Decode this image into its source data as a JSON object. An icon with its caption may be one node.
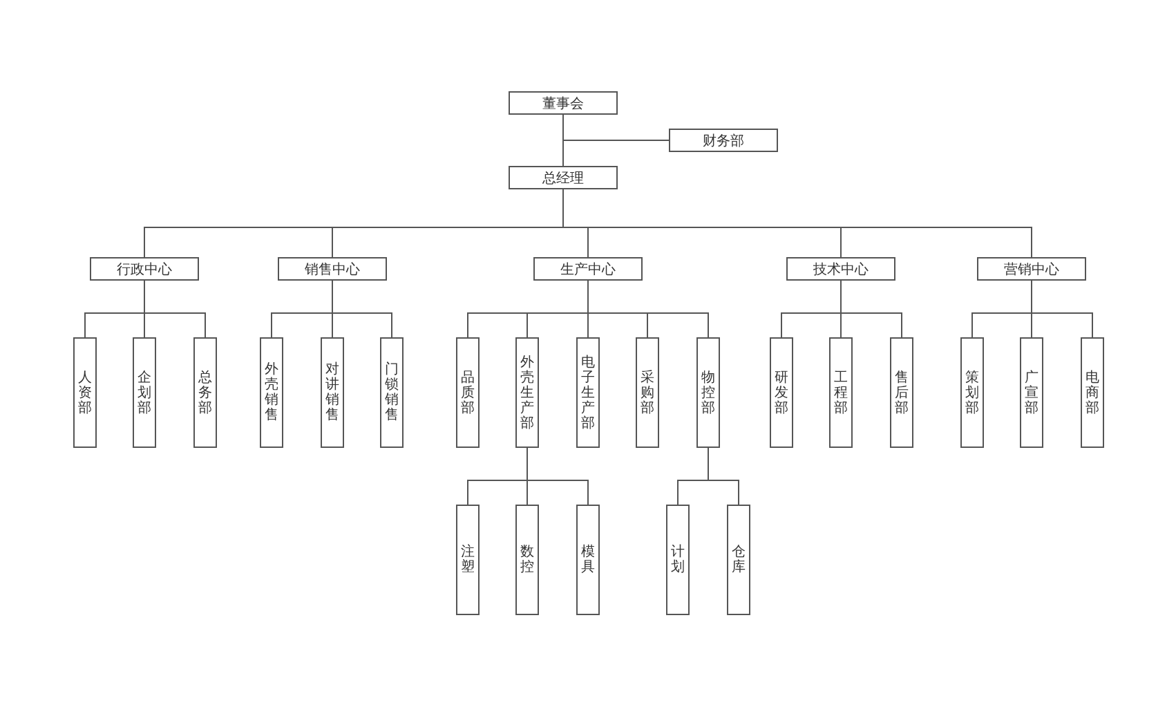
{
  "diagram": {
    "nodes": [
      {
        "text": [
          "董事会"
        ]
      },
      {
        "text": [
          "财务部"
        ]
      },
      {
        "text": [
          "总经理"
        ]
      },
      {
        "text": [
          "行政中心"
        ]
      },
      {
        "text": [
          "销售中心"
        ]
      },
      {
        "text": [
          "生产中心"
        ]
      },
      {
        "text": [
          "技术中心"
        ]
      },
      {
        "text": [
          "营销中心"
        ]
      },
      {
        "text": [
          "人资部"
        ]
      },
      {
        "text": [
          "企划部"
        ]
      },
      {
        "text": [
          "总务部"
        ]
      },
      {
        "text": [
          "外壳销售"
        ]
      },
      {
        "text": [
          "对讲销售"
        ]
      },
      {
        "text": [
          "门锁销售"
        ]
      },
      {
        "text": [
          "品质部"
        ]
      },
      {
        "text": [
          "外壳生产部"
        ]
      },
      {
        "text": [
          "电子生产部"
        ]
      },
      {
        "text": [
          "采购部"
        ]
      },
      {
        "text": [
          "物控部"
        ]
      },
      {
        "text": [
          "研发部"
        ]
      },
      {
        "text": [
          "工程部"
        ]
      },
      {
        "text": [
          "售后部"
        ]
      },
      {
        "text": [
          "策划部"
        ]
      },
      {
        "text": [
          "广宣部"
        ]
      },
      {
        "text": [
          "电商部"
        ]
      },
      {
        "text": [
          "注塑"
        ]
      },
      {
        "text": [
          "数控"
        ]
      },
      {
        "text": [
          "模具"
        ]
      },
      {
        "text": [
          "计划"
        ]
      },
      {
        "text": [
          "仓库"
        ]
      }
    ],
    "edges": [
      {
        "from": 0,
        "to": 1,
        "arrow": "none"
      },
      {
        "from": 0,
        "to": 2,
        "arrow": "none"
      },
      {
        "from": 2,
        "to": 3,
        "arrow": "none"
      },
      {
        "from": 2,
        "to": 4,
        "arrow": "none"
      },
      {
        "from": 2,
        "to": 5,
        "arrow": "none"
      },
      {
        "from": 2,
        "to": 6,
        "arrow": "none"
      },
      {
        "from": 2,
        "to": 7,
        "arrow": "none"
      },
      {
        "from": 3,
        "to": 8,
        "arrow": "none"
      },
      {
        "from": 3,
        "to": 9,
        "arrow": "none"
      },
      {
        "from": 3,
        "to": 10,
        "arrow": "none"
      },
      {
        "from": 4,
        "to": 11,
        "arrow": "none"
      },
      {
        "from": 4,
        "to": 12,
        "arrow": "none"
      },
      {
        "from": 4,
        "to": 13,
        "arrow": "none"
      },
      {
        "from": 5,
        "to": 14,
        "arrow": "none"
      },
      {
        "from": 5,
        "to": 15,
        "arrow": "none"
      },
      {
        "from": 5,
        "to": 16,
        "arrow": "none"
      },
      {
        "from": 5,
        "to": 17,
        "arrow": "none"
      },
      {
        "from": 5,
        "to": 18,
        "arrow": "none"
      },
      {
        "from": 6,
        "to": 19,
        "arrow": "none"
      },
      {
        "from": 6,
        "to": 20,
        "arrow": "none"
      },
      {
        "from": 6,
        "to": 21,
        "arrow": "none"
      },
      {
        "from": 7,
        "to": 22,
        "arrow": "none"
      },
      {
        "from": 7,
        "to": 23,
        "arrow": "none"
      },
      {
        "from": 7,
        "to": 24,
        "arrow": "none"
      },
      {
        "from": 15,
        "to": 25,
        "arrow": "none"
      },
      {
        "from": 15,
        "to": 26,
        "arrow": "none"
      },
      {
        "from": 15,
        "to": 27,
        "arrow": "none"
      },
      {
        "from": 18,
        "to": 28,
        "arrow": "none"
      },
      {
        "from": 18,
        "to": 29,
        "arrow": "none"
      }
    ]
  }
}
